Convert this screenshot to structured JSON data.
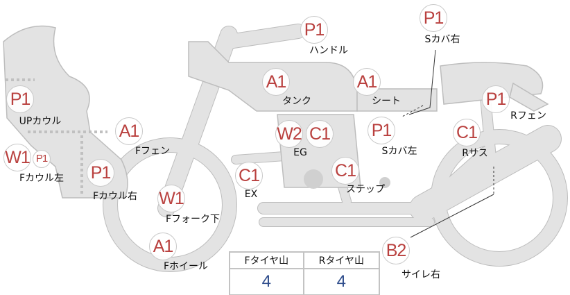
{
  "parts": [
    {
      "code": "P1",
      "label": "ハンドル"
    },
    {
      "code": "P1",
      "label": "Sカバ右"
    },
    {
      "code": "A1",
      "label": "タンク"
    },
    {
      "code": "A1",
      "label": "シート"
    },
    {
      "code": "P1",
      "label": "Rフェン"
    },
    {
      "code": "P1",
      "label": "UPカウル"
    },
    {
      "code": "A1",
      "label": "Fフェン"
    },
    {
      "code": "W2",
      "code2": "C1",
      "label": "EG"
    },
    {
      "code": "P1",
      "label": "Sカバ左"
    },
    {
      "code": "C1",
      "label": "Rサス"
    },
    {
      "code": "W1",
      "code2": "P1",
      "label": "Fカウル左"
    },
    {
      "code": "P1",
      "label": "Fカウル右"
    },
    {
      "code": "C1",
      "label": "EX"
    },
    {
      "code": "C1",
      "label": "ステップ"
    },
    {
      "code": "W1",
      "label": "Fフォーク下"
    },
    {
      "code": "A1",
      "label": "Fホイール"
    },
    {
      "code": "B2",
      "label": "サイレ右"
    }
  ],
  "tire_table": {
    "headers": [
      "Fタイヤ山",
      "Rタイヤ山"
    ],
    "values": [
      "4",
      "4"
    ]
  },
  "colors": {
    "code": "#b9403e",
    "value": "#2f4d8c",
    "body": "#e3e3e3"
  }
}
